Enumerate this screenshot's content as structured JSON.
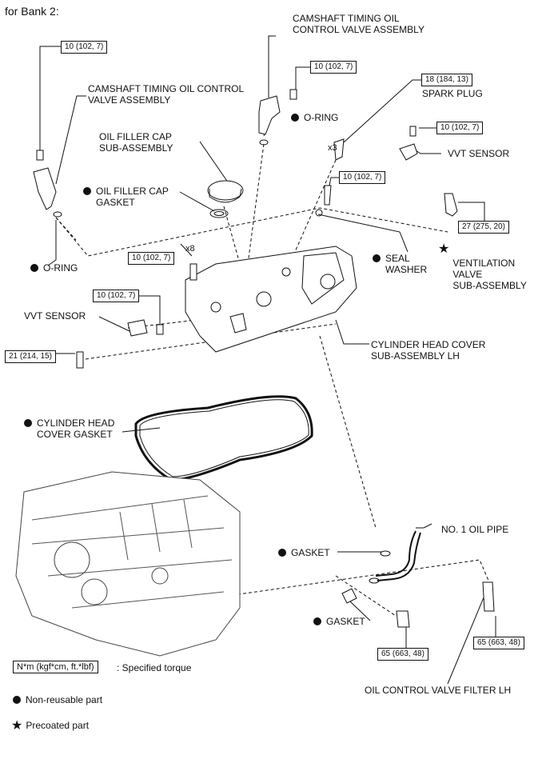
{
  "header": "for Bank 2:",
  "labels": {
    "cam_valve_top": "CAMSHAFT TIMING OIL\nCONTROL VALVE ASSEMBLY",
    "cam_valve_left": "CAMSHAFT TIMING OIL CONTROL\nVALVE ASSEMBLY",
    "oring_top": "O-RING",
    "oring_left": "O-RING",
    "spark_plug": "SPARK PLUG",
    "vvt_sensor_right": "VVT SENSOR",
    "vvt_sensor_left": "VVT SENSOR",
    "oil_filler_cap": "OIL FILLER CAP\nSUB-ASSEMBLY",
    "oil_filler_gasket": "OIL FILLER CAP\nGASKET",
    "seal_washer": "SEAL\nWASHER",
    "ventilation_valve": "VENTILATION\nVALVE\nSUB-ASSEMBLY",
    "cyl_head_cover": "CYLINDER HEAD COVER\nSUB-ASSEMBLY LH",
    "cyl_head_gasket": "CYLINDER HEAD\nCOVER GASKET",
    "no1_oil_pipe": "NO. 1 OIL PIPE",
    "gasket_upper": "GASKET",
    "gasket_lower": "GASKET",
    "oil_filter": "OIL CONTROL VALVE FILTER LH",
    "x3": "x3",
    "x8": "x8"
  },
  "torques": {
    "t1": "10 (102, 7)",
    "t2": "10 (102, 7)",
    "t3": "18 (184, 13)",
    "t4": "10 (102, 7)",
    "t5": "10 (102, 7)",
    "t6": "27 (275, 20)",
    "t7": "10 (102, 7)",
    "t8": "10 (102, 7)",
    "t9": "21 (214, 15)",
    "t10": "65 (663, 48)",
    "t11": "65 (663, 48)"
  },
  "legend": {
    "torque_box": "N*m (kgf*cm, ft.*lbf)",
    "torque_desc": ": Specified torque",
    "nonreusable": "Non-reusable part",
    "precoated": "Precoated part"
  }
}
